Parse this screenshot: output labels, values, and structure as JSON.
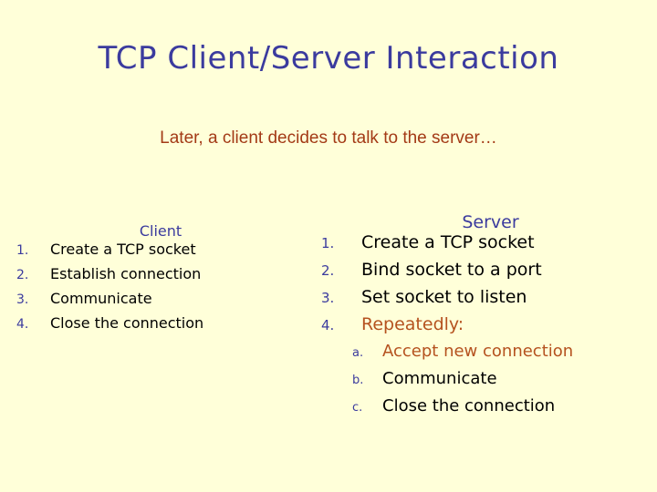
{
  "slide": {
    "title": "TCP Client/Server Interaction",
    "subtitle": "Later, a client decides to talk to the server…",
    "colors": {
      "background": "#ffffd9",
      "title_blue": "#3b3b9e",
      "subtitle_red": "#a33a16",
      "accent_orange": "#b5521f",
      "body_black": "#000000"
    },
    "columns": [
      {
        "id": "client",
        "heading": "Client",
        "steps": [
          {
            "num": "1.",
            "text": "Create a TCP socket",
            "accent": false
          },
          {
            "num": "2.",
            "text": "Establish connection",
            "accent": false
          },
          {
            "num": "3.",
            "text": "Communicate",
            "accent": false
          },
          {
            "num": "4.",
            "text": "Close the connection",
            "accent": false
          }
        ]
      },
      {
        "id": "server",
        "heading": "Server",
        "steps": [
          {
            "num": "1.",
            "text": "Create a TCP socket",
            "accent": false
          },
          {
            "num": "2.",
            "text": "Bind socket to a port",
            "accent": false
          },
          {
            "num": "3.",
            "text": "Set socket to listen",
            "accent": false
          },
          {
            "num": "4.",
            "text": "Repeatedly:",
            "accent": true
          }
        ],
        "substeps": [
          {
            "marker": "a.",
            "text": "Accept new connection",
            "accent": true
          },
          {
            "marker": "b.",
            "text": "Communicate",
            "accent": false
          },
          {
            "marker": "c.",
            "text": "Close the connection",
            "accent": false
          }
        ]
      }
    ]
  }
}
